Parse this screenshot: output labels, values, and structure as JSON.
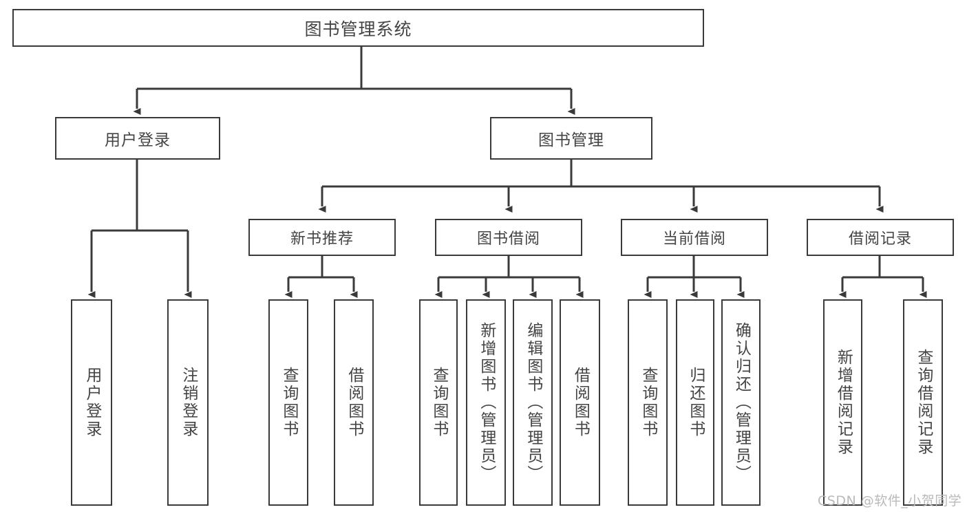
{
  "diagram": {
    "type": "hierarchy-tree",
    "title": "图书管理系统",
    "levels": 4,
    "root": {
      "id": "root",
      "label": "图书管理系统"
    },
    "level2": [
      {
        "id": "user-login",
        "label": "用户登录"
      },
      {
        "id": "book-management",
        "label": "图书管理"
      }
    ],
    "level3": [
      {
        "id": "new-book-recommend",
        "label": "新书推荐"
      },
      {
        "id": "book-borrow",
        "label": "图书借阅"
      },
      {
        "id": "current-borrow",
        "label": "当前借阅"
      },
      {
        "id": "borrow-record",
        "label": "借阅记录"
      }
    ],
    "leaves": [
      {
        "id": "leaf-user-login",
        "label": "用户登录",
        "parent": "user-login"
      },
      {
        "id": "leaf-logout-login",
        "label": "注销登录",
        "parent": "user-login"
      },
      {
        "id": "leaf-query-book-1",
        "label": "查询图书",
        "parent": "new-book-recommend"
      },
      {
        "id": "leaf-borrow-book-1",
        "label": "借阅图书",
        "parent": "new-book-recommend"
      },
      {
        "id": "leaf-query-book-2",
        "label": "查询图书",
        "parent": "book-borrow"
      },
      {
        "id": "leaf-add-book-admin",
        "label": "新增图书（管理员）",
        "parent": "book-borrow"
      },
      {
        "id": "leaf-edit-book-admin",
        "label": "编辑图书（管理员）",
        "parent": "book-borrow"
      },
      {
        "id": "leaf-borrow-book-2",
        "label": "借阅图书",
        "parent": "book-borrow"
      },
      {
        "id": "leaf-query-book-3",
        "label": "查询图书",
        "parent": "current-borrow"
      },
      {
        "id": "leaf-return-book",
        "label": "归还图书",
        "parent": "current-borrow"
      },
      {
        "id": "leaf-confirm-return-admin",
        "label": "确认归还（管理员）",
        "parent": "current-borrow"
      },
      {
        "id": "leaf-add-borrow-record",
        "label": "新增借阅记录",
        "parent": "borrow-record"
      },
      {
        "id": "leaf-query-borrow-record",
        "label": "查询借阅记录",
        "parent": "borrow-record"
      }
    ]
  },
  "watermark": {
    "text": "CSDN @软件_小贺同学"
  },
  "colors": {
    "stroke": "#3a3a3a",
    "text": "#444444",
    "background": "#ffffff",
    "watermark": "#b9b9b9"
  }
}
